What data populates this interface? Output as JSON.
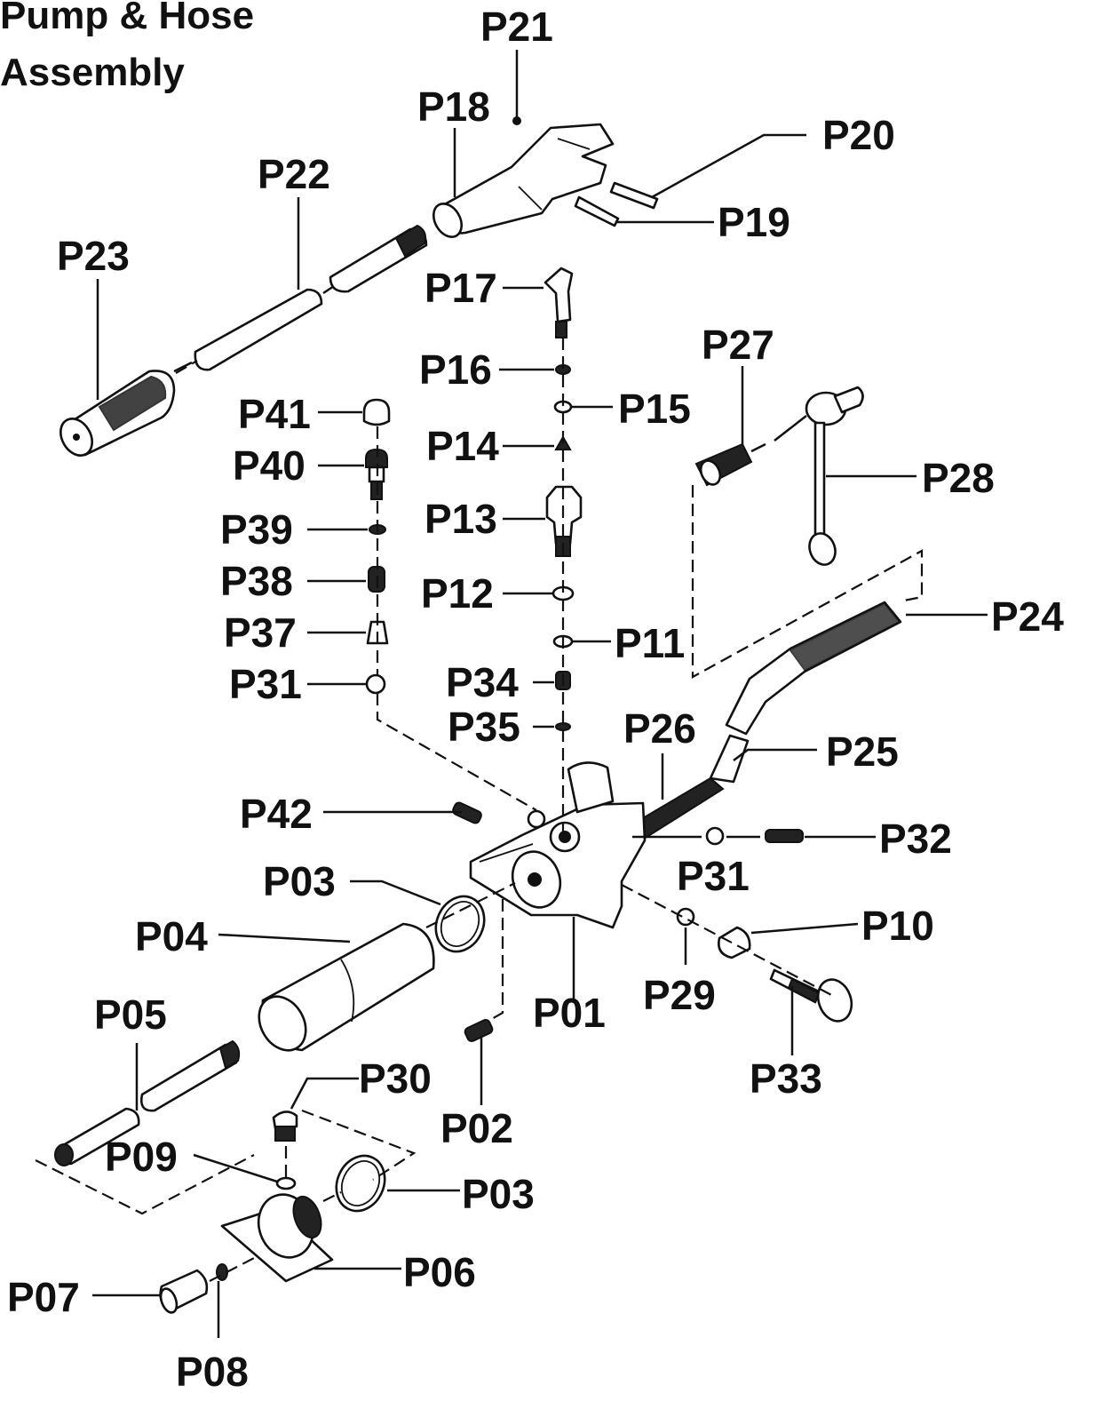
{
  "title": {
    "line1": "Pump & Hose",
    "line2": "Assembly"
  },
  "labels": {
    "p01": "P01",
    "p02": "P02",
    "p03a": "P03",
    "p03b": "P03",
    "p04": "P04",
    "p05": "P05",
    "p06": "P06",
    "p07": "P07",
    "p08": "P08",
    "p09": "P09",
    "p10": "P10",
    "p11": "P11",
    "p12": "P12",
    "p13": "P13",
    "p14": "P14",
    "p15": "P15",
    "p16": "P16",
    "p17": "P17",
    "p18": "P18",
    "p19": "P19",
    "p20": "P20",
    "p21": "P21",
    "p22": "P22",
    "p23": "P23",
    "p24": "P24",
    "p25": "P25",
    "p26": "P26",
    "p27": "P27",
    "p28": "P28",
    "p29": "P29",
    "p30": "P30",
    "p31a": "P31",
    "p31b": "P31",
    "p32": "P32",
    "p33": "P33",
    "p34": "P34",
    "p35": "P35",
    "p37": "P37",
    "p38": "P38",
    "p39": "P39",
    "p40": "P40",
    "p41": "P41",
    "p42": "P42"
  }
}
